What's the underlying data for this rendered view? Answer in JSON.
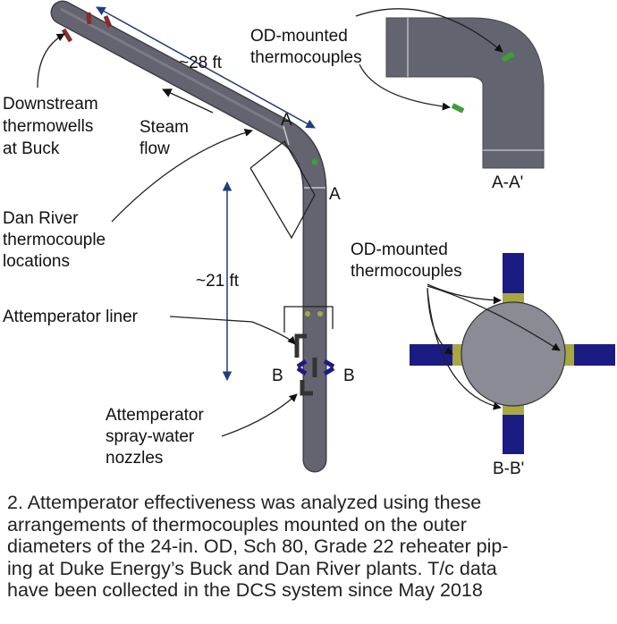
{
  "figure": {
    "labels": {
      "downstream": [
        "Downstream",
        "thermowells",
        "at Buck"
      ],
      "length_top": "~28 ft",
      "steam": [
        "Steam",
        "flow"
      ],
      "section_a": "A",
      "dan_river": [
        "Dan River",
        "thermocouple",
        "locations"
      ],
      "length_vertical": "~21 ft",
      "liner": "Attemperator liner",
      "section_b": "B",
      "nozzles": [
        "Attemperator",
        "spray-water",
        "nozzles"
      ],
      "od_top": [
        "OD-mounted",
        "thermocouples"
      ],
      "aa": "A-A'",
      "od_right": [
        "OD-mounted",
        "thermocouples"
      ],
      "bb": "B-B'"
    },
    "colors": {
      "pipe": "#636470",
      "pipe_edge": "#3f3f48",
      "section_fill": "#626470",
      "cross_fill": "#8a8b95",
      "navy": "#1b1c83",
      "olive": "#a7a744",
      "green": "#3d9f35",
      "dark_red": "#8a2a2a",
      "arrow_blue": "#1f3e7a"
    }
  },
  "caption": [
    "2. Attemperator effectiveness  was analyzed using these",
    "arrangements of thermocouples mounted on the outer",
    "diameters of the 24-in. OD, Sch 80, Grade 22 reheater pip-",
    "ing at Duke Energy’s Buck and Dan River plants. T/c data",
    "have been collected in the DCS system since May 2018"
  ]
}
